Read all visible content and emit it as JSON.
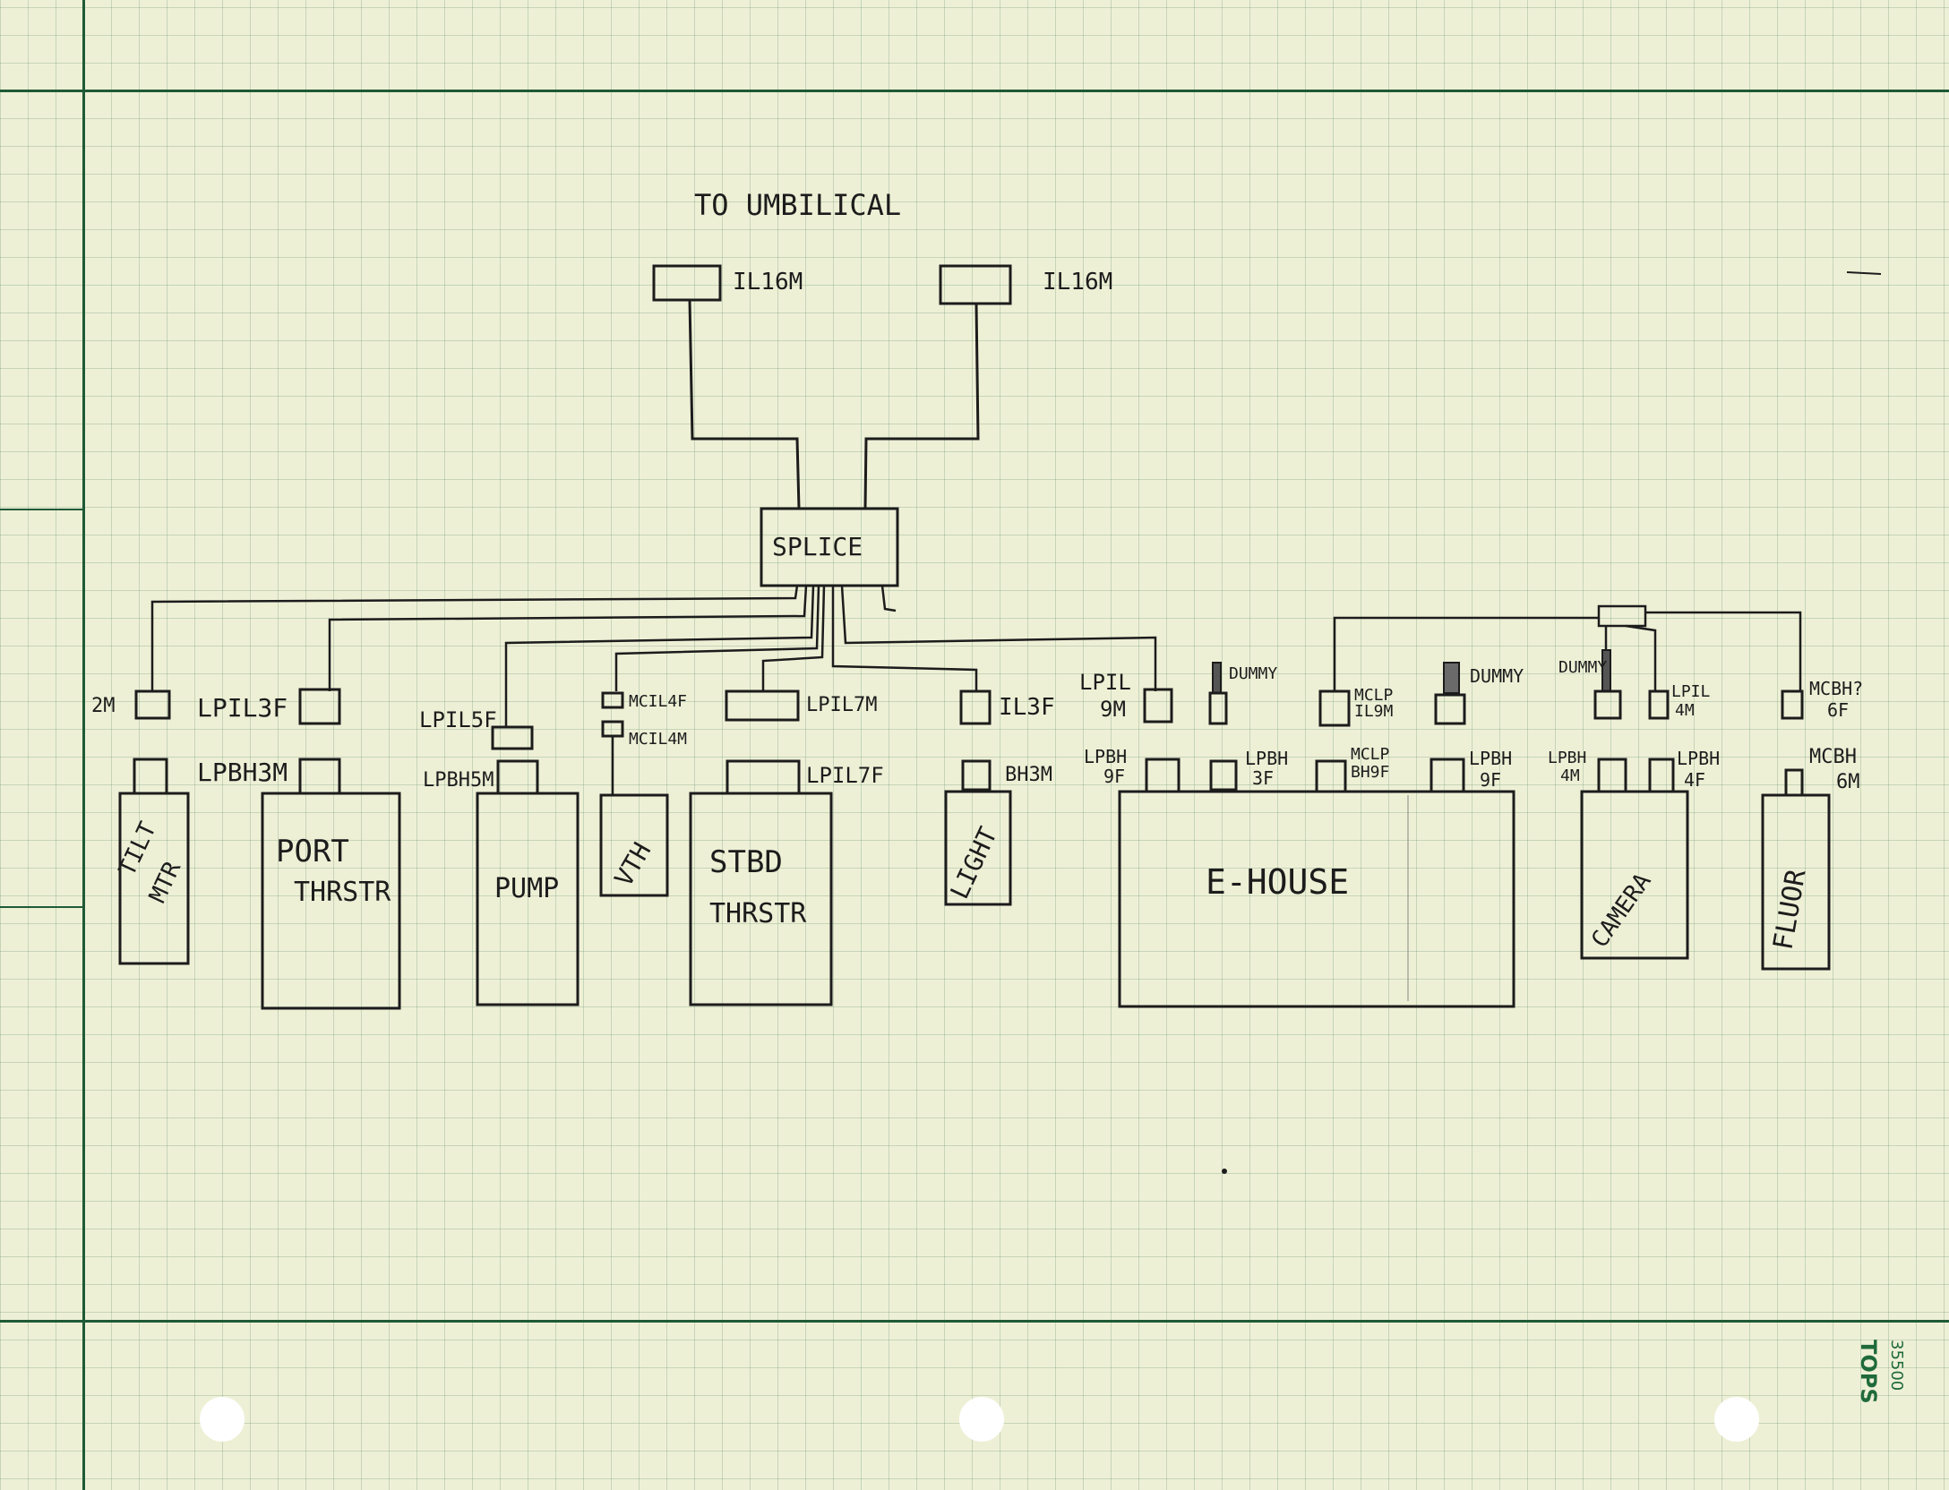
{
  "title": "TO UMBILICAL",
  "top_connectors": [
    "IL16M",
    "IL16M"
  ],
  "splice": "SPLICE",
  "connectors": {
    "c2m": "2M",
    "lpil3f": "LPIL3F",
    "lpil5f": "LPIL5F",
    "mcil4f": "MCIL4F",
    "mcil4m": "MCIL4M",
    "lpil7m": "LPIL7M",
    "il3f": "IL3F",
    "lpil9m_a": "LPIL",
    "lpil9m_b": "9M",
    "dummy1": "DUMMY",
    "mclpil9m_a": "MCLP",
    "mclpil9m_b": "IL9M",
    "dummy2": "DUMMY",
    "dummy3": "DUMMY",
    "lpil4m_a": "LPIL",
    "lpil4m_b": "4M",
    "mcbh6f_a": "MCBH?",
    "mcbh6f_b": "6F",
    "lpbh3m": "LPBH3M",
    "lpbh5m": "LPBH5M",
    "lpil7f": "LPIL7F",
    "bh3m": "BH3M",
    "lpbh9f_a": "LPBH",
    "lpbh9f_b": "9F",
    "lpbh3f_a": "LPBH",
    "lpbh3f_b": "3F",
    "mclpbh9f_a": "MCLP",
    "mclpbh9f_b": "BH9F",
    "lpbh9f2_a": "LPBH",
    "lpbh9f2_b": "9F",
    "lpbh4m_a": "LPBH",
    "lpbh4m_b": "4M",
    "lpbh4f_a": "LPBH",
    "lpbh4f_b": "4F",
    "mcbh6m_a": "MCBH",
    "mcbh6m_b": "6M"
  },
  "devices": {
    "tilt_a": "TILT",
    "tilt_b": "MTR",
    "port_a": "PORT",
    "port_b": "THRSTR",
    "pump": "PUMP",
    "vth": "VTH",
    "stbd_a": "STBD",
    "stbd_b": "THRSTR",
    "light": "LIGHT",
    "ehouse": "E-HOUSE",
    "camera": "CAMERA",
    "fluor": "FLUOR"
  },
  "brand": {
    "name": "TOPS",
    "number": "35500"
  },
  "colors": {
    "ink": "#1c1c1c",
    "paper": "#eef0d6",
    "grid": "#8fb59c",
    "margin": "#1f5a36"
  }
}
